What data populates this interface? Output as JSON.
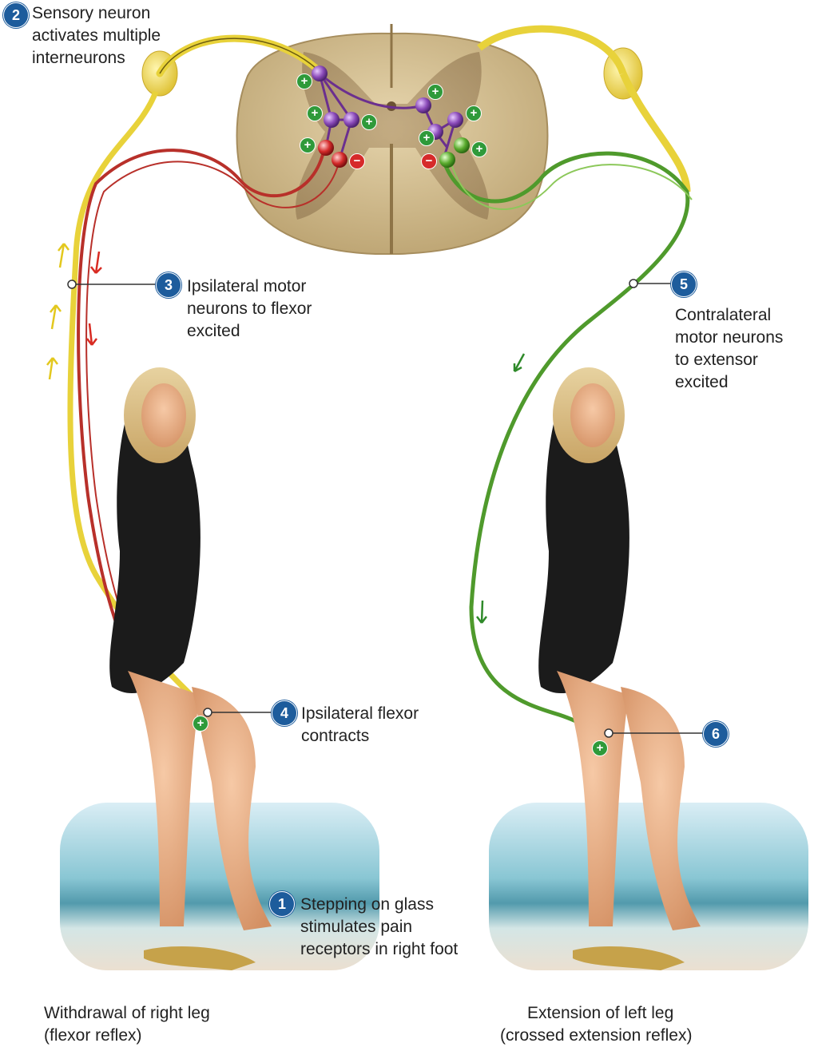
{
  "steps": [
    {
      "num": "1",
      "text": [
        "Stepping on glass",
        "stimulates pain",
        "receptors in right foot"
      ]
    },
    {
      "num": "2",
      "text": [
        "Sensory neuron",
        "activates multiple",
        "interneurons"
      ]
    },
    {
      "num": "3",
      "text": [
        "Ipsilateral motor",
        "neurons to flexor",
        "excited"
      ]
    },
    {
      "num": "4",
      "text": [
        "Ipsilateral flexor",
        "contracts"
      ]
    },
    {
      "num": "5",
      "text": [
        "Contralateral",
        "motor neurons",
        "to extensor",
        "excited"
      ]
    },
    {
      "num": "6",
      "text": []
    }
  ],
  "captions": {
    "left": [
      "Withdrawal of right leg",
      "(flexor reflex)"
    ],
    "right": [
      "Extension of left leg",
      "(crossed extension reflex)"
    ]
  },
  "symbols": {
    "plus": "+",
    "minus": "−"
  },
  "colors": {
    "sensory": "#e8d23a",
    "flexor_motor": "#b8302a",
    "extensor_motor": "#4f9a2c",
    "interneuron": "#7a3f9e",
    "badge": "#1d5c9c",
    "cord": "#cdb98d"
  }
}
